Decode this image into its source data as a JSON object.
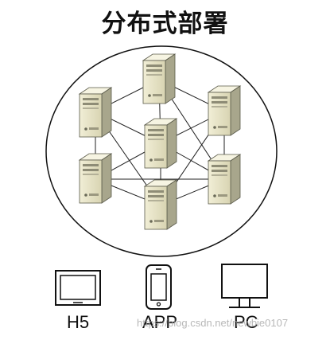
{
  "title": "分布式部署",
  "servers": [
    {
      "name": "server-top"
    },
    {
      "name": "server-left-upper"
    },
    {
      "name": "server-center"
    },
    {
      "name": "server-right-upper"
    },
    {
      "name": "server-left-lower"
    },
    {
      "name": "server-bottom-center"
    },
    {
      "name": "server-right-lower"
    }
  ],
  "clients": [
    {
      "label": "H5",
      "icon": "monitor-icon"
    },
    {
      "label": "APP",
      "icon": "phone-icon"
    },
    {
      "label": "PC",
      "icon": "desktop-icon"
    }
  ],
  "watermark": "https://blog.csdn.net/newbie0107",
  "colors": {
    "server_face": "#e9e6c9",
    "server_side": "#9c9a82",
    "line": "#222222"
  }
}
